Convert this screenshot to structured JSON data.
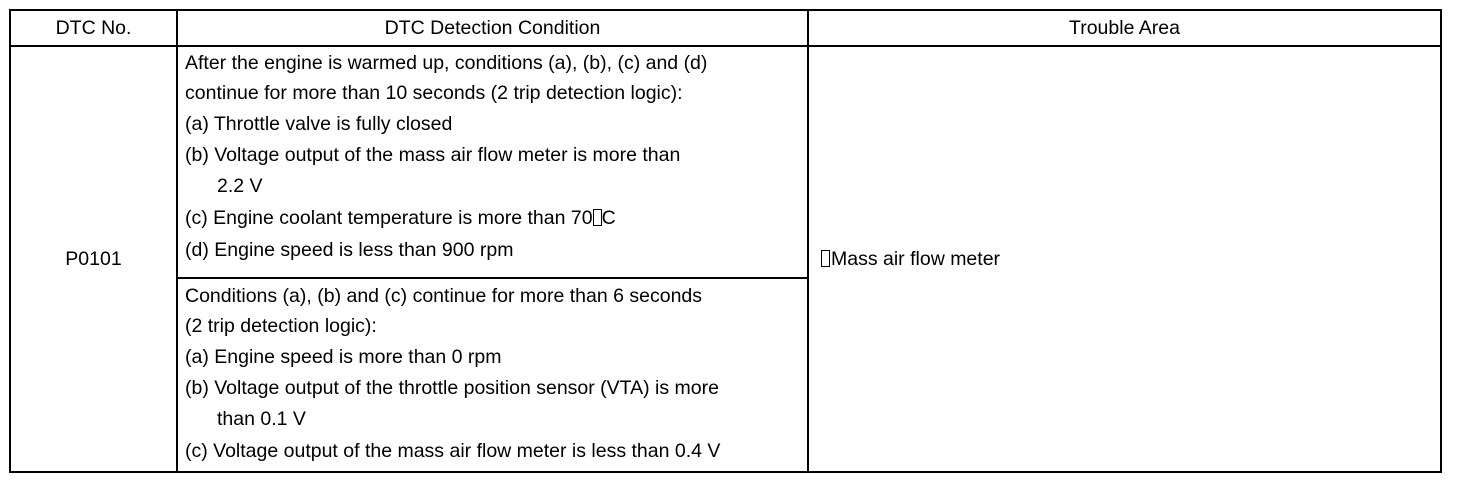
{
  "table": {
    "headers": {
      "dtc_no": "DTC No.",
      "condition": "DTC Detection Condition",
      "trouble_area": "Trouble Area"
    },
    "row": {
      "dtc_no": "P0101",
      "condition_1": {
        "intro_line_1": "After the engine is warmed up, conditions (a), (b), (c) and (d)",
        "intro_line_2": "continue for more than 10 seconds (2 trip detection logic):",
        "item_a": "(a) Throttle valve is fully closed",
        "item_b_line_1": "(b) Voltage output of the mass air flow meter is more than",
        "item_b_line_2": "2.2 V",
        "item_c_prefix": "(c) Engine coolant temperature is more than 70",
        "item_c_suffix": "C",
        "item_d": "(d) Engine speed is less than 900 rpm"
      },
      "condition_2": {
        "intro_line_1": "Conditions (a), (b) and (c) continue for more than 6 seconds",
        "intro_line_2": "(2 trip detection logic):",
        "item_a": "(a) Engine speed is more than 0 rpm",
        "item_b_line_1": "(b) Voltage output of the throttle position sensor (VTA) is more",
        "item_b_line_2": "than 0.1 V",
        "item_c": "(c) Voltage output of the mass air flow meter is less than 0.4 V"
      },
      "trouble_area": "Mass air flow meter"
    }
  }
}
